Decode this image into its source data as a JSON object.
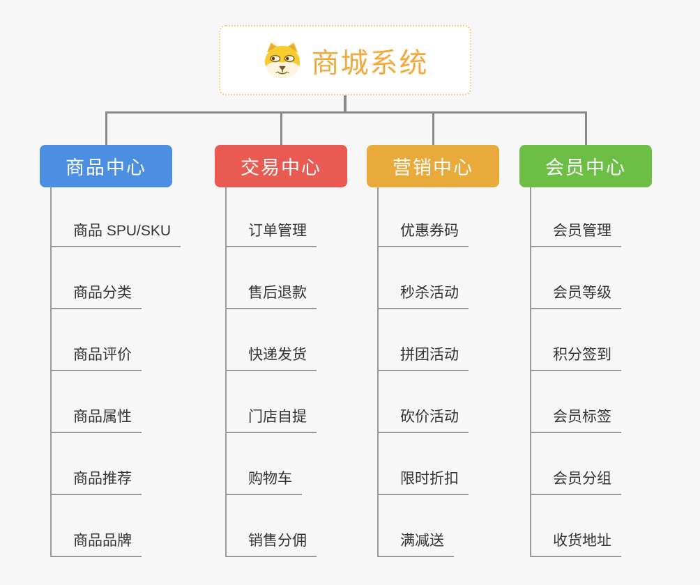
{
  "root": {
    "title": "商城系统",
    "icon": "doge-face-icon"
  },
  "branches": [
    {
      "label": "商品中心",
      "color": "#4b8ee2",
      "items": [
        "商品 SPU/SKU",
        "商品分类",
        "商品评价",
        "商品属性",
        "商品推荐",
        "商品品牌"
      ]
    },
    {
      "label": "交易中心",
      "color": "#e85a52",
      "items": [
        "订单管理",
        "售后退款",
        "快递发货",
        "门店自提",
        "购物车",
        "销售分佣"
      ]
    },
    {
      "label": "营销中心",
      "color": "#e9a93b",
      "items": [
        "优惠券码",
        "秒杀活动",
        "拼团活动",
        "砍价活动",
        "限时折扣",
        "满减送"
      ]
    },
    {
      "label": "会员中心",
      "color": "#6cbe45",
      "items": [
        "会员管理",
        "会员等级",
        "积分签到",
        "会员标签",
        "会员分组",
        "收货地址"
      ]
    }
  ],
  "colors": {
    "background": "#f7f7f7",
    "connector": "#8a8a8a",
    "item_line": "#9a9a9a",
    "item_text": "#333333",
    "root_border": "#f6ce8a",
    "root_text": "#f2a93b"
  }
}
